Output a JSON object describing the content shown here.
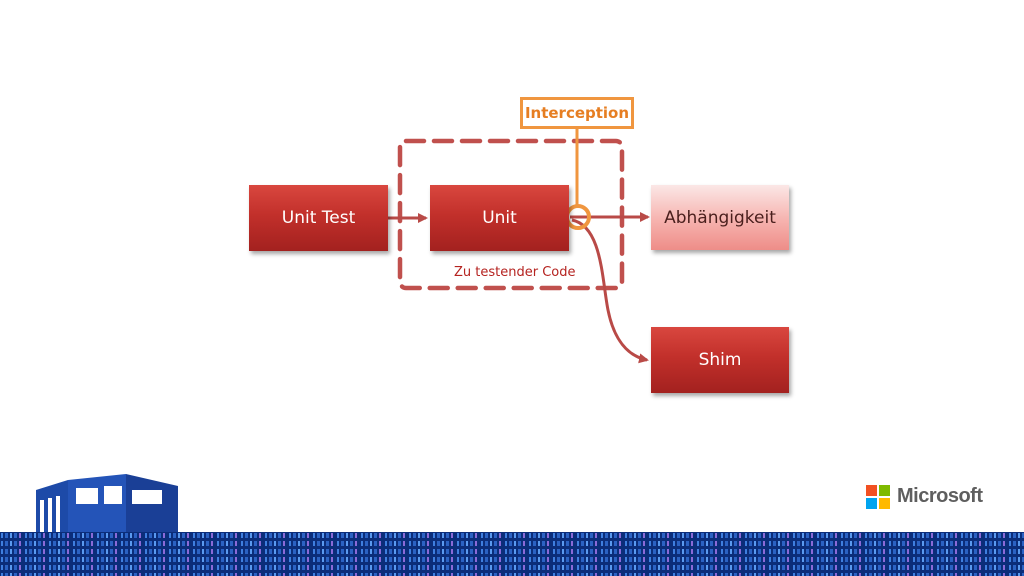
{
  "nodes": {
    "unit_test": "Unit Test",
    "unit": "Unit",
    "dependency": "Abhängigkeit",
    "shim": "Shim"
  },
  "labels": {
    "code_under_test": "Zu testender Code",
    "interception": "Interception"
  },
  "logo": {
    "text": "Microsoft",
    "colors": [
      "#f25022",
      "#7fba00",
      "#00a4ef",
      "#ffb900"
    ]
  },
  "colors": {
    "box_dark": "#c2302b",
    "box_light": "#f6b2ae",
    "arrow": "#b94a47",
    "dash": "#c0504d",
    "interception": "#f0963f",
    "footer": "#0b2d7a"
  }
}
